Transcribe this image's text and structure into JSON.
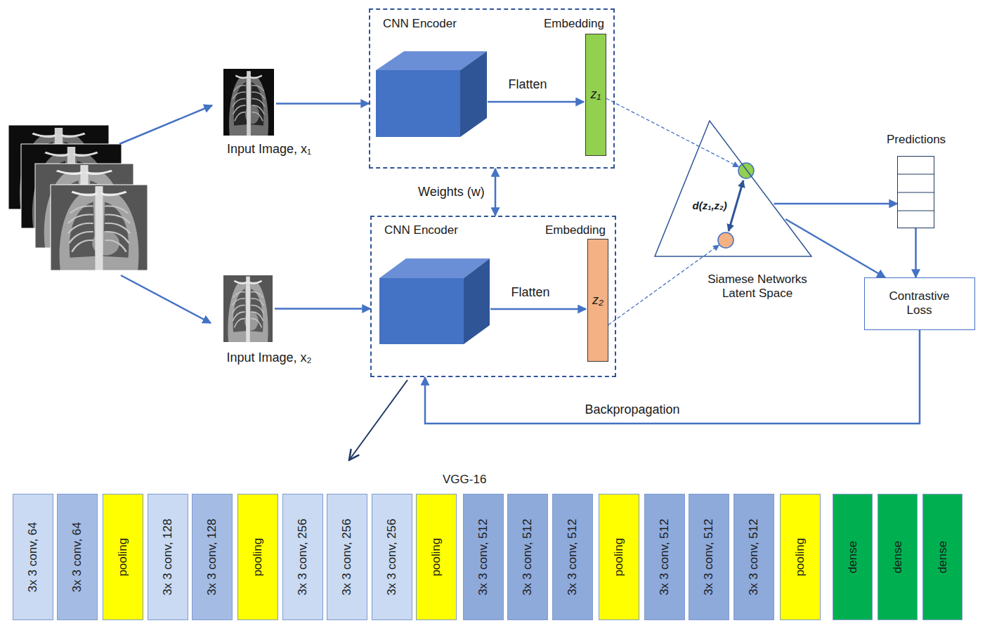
{
  "diagram": {
    "nodes": [
      {
        "text": [
          "Input Image, x₁"
        ]
      },
      {
        "text": [
          "CNN Encoder",
          "Embedding"
        ]
      },
      {
        "text": [
          "z₁"
        ],
        "in": 1
      },
      {
        "text": [
          "Input Image, x₂"
        ]
      },
      {
        "text": [
          "CNN Encoder",
          "Embedding"
        ]
      },
      {
        "text": [
          "z₂"
        ],
        "in": 4
      },
      {
        "text": [
          "d(z₁,z₂)",
          "Siamese Networks Latent Space"
        ]
      },
      {
        "text": [
          "Predictions"
        ]
      },
      {
        "text": [
          "Contrastive Loss"
        ]
      },
      {
        "text": [
          "3x 3 conv, 64"
        ]
      },
      {
        "text": [
          "3x 3 conv, 64"
        ]
      },
      {
        "text": [
          "pooling"
        ]
      },
      {
        "text": [
          "3x 3 conv, 128"
        ]
      },
      {
        "text": [
          "3x 3 conv, 128"
        ]
      },
      {
        "text": [
          "pooling"
        ]
      },
      {
        "text": [
          "3x 3 conv, 256"
        ]
      },
      {
        "text": [
          "3x 3 conv, 256"
        ]
      },
      {
        "text": [
          "3x 3 conv, 256"
        ]
      },
      {
        "text": [
          "pooling"
        ]
      },
      {
        "text": [
          "3x 3 conv, 512"
        ]
      },
      {
        "text": [
          "3x 3 conv, 512"
        ]
      },
      {
        "text": [
          "3x 3 conv, 512"
        ]
      },
      {
        "text": [
          "pooling"
        ]
      },
      {
        "text": [
          "3x 3 conv, 512"
        ]
      },
      {
        "text": [
          "3x 3 conv, 512"
        ]
      },
      {
        "text": [
          "3x 3 conv, 512"
        ]
      },
      {
        "text": [
          "pooling"
        ]
      },
      {
        "text": [
          "dense"
        ]
      },
      {
        "text": [
          "dense"
        ]
      },
      {
        "text": [
          "dense"
        ]
      }
    ],
    "edges": [
      {
        "from": 0,
        "to": 1,
        "arrow": "to"
      },
      {
        "from": 3,
        "to": 4,
        "arrow": "to"
      },
      {
        "from": 1,
        "to": 4,
        "label": "Weights (w)",
        "arrow": "both"
      },
      {
        "from": 2,
        "to": 6,
        "arrow": "to"
      },
      {
        "from": 5,
        "to": 6,
        "arrow": "to"
      },
      {
        "from": 6,
        "to": 7,
        "arrow": "to"
      },
      {
        "from": 6,
        "to": 8,
        "arrow": "to"
      },
      {
        "from": 7,
        "to": 8,
        "arrow": "to"
      },
      {
        "from": 8,
        "to": 4,
        "label": "Backpropagation",
        "arrow": "to"
      }
    ],
    "labels": [
      "Flatten",
      "Flatten",
      "VGG-16"
    ]
  }
}
